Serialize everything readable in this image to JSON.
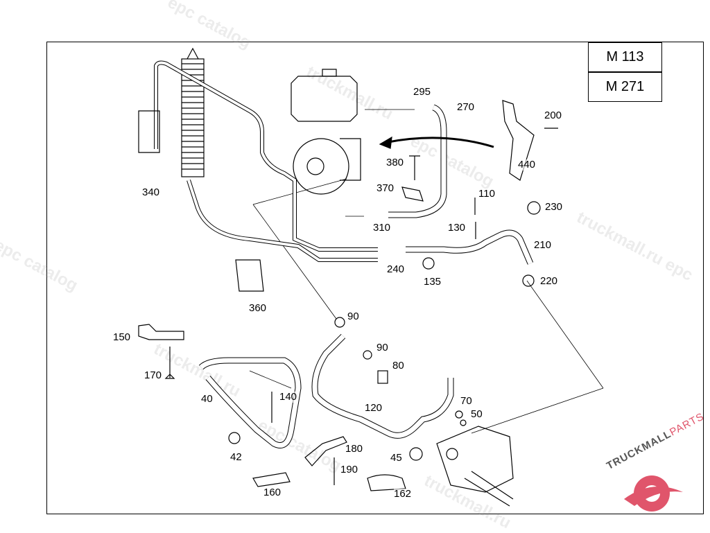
{
  "models": [
    "M 113",
    "M 271"
  ],
  "part_labels": [
    "295",
    "270",
    "200",
    "380",
    "440",
    "370",
    "110",
    "230",
    "340",
    "310",
    "130",
    "210",
    "240",
    "135",
    "220",
    "360",
    "90",
    "150",
    "90",
    "80",
    "170",
    "140",
    "40",
    "70",
    "120",
    "50",
    "180",
    "42",
    "45",
    "190",
    "160",
    "162"
  ],
  "watermarks": [
    "epc catalog",
    "truckmall.ru",
    "epc catalog",
    "truckmall.ru epc",
    "truckmall.ru",
    "epc catalog",
    "truckmall.ru",
    "epc catalog"
  ],
  "logo": {
    "text_main": "TRUCKMALL",
    "text_accent": "PARTS",
    "accent_color": "#e0556b"
  },
  "colors": {
    "line": "#000000",
    "background": "#ffffff"
  }
}
